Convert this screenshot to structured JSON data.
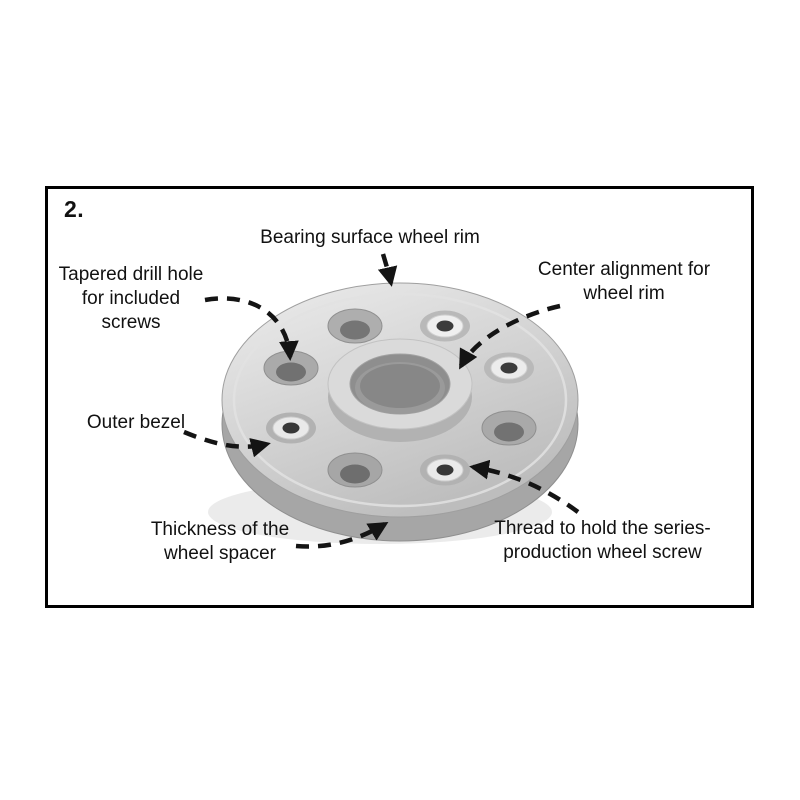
{
  "step_number": "2.",
  "labels": {
    "bearing_surface": [
      "Bearing surface wheel rim"
    ],
    "tapered_drill_hole": [
      "Tapered drill hole",
      "for included",
      "screws"
    ],
    "center_alignment": [
      "Center alignment for",
      "wheel rim"
    ],
    "outer_bezel": [
      "Outer bezel"
    ],
    "thickness": [
      "Thickness of the",
      "wheel spacer"
    ],
    "thread": [
      "Thread to hold the series-",
      "production wheel screw"
    ]
  },
  "illustration": {
    "name": "wheel-spacer-perspective-view"
  },
  "colors": {
    "frame_border": "#000000",
    "background": "#ffffff",
    "text": "#111111",
    "arrow": "#141414",
    "spacer_light": "#ebebeb",
    "spacer_mid": "#c6c6c6",
    "spacer_dark": "#9a9a9a"
  }
}
